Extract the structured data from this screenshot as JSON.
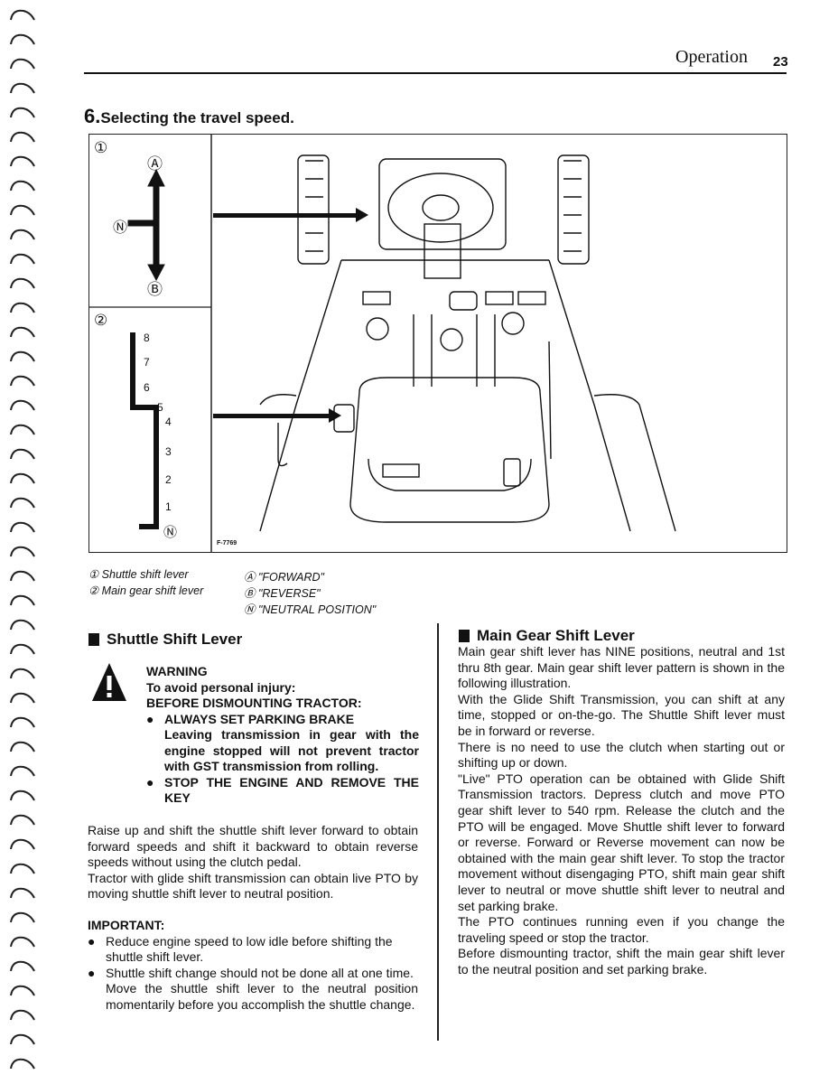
{
  "header": {
    "section": "Operation",
    "page_number": "23"
  },
  "section": {
    "number": "6.",
    "title": "Selecting the travel speed."
  },
  "figure": {
    "panel1_marker": "①",
    "panel2_marker": "②",
    "label_forward": "Ⓐ",
    "label_reverse": "Ⓑ",
    "label_neutral": "Ⓝ",
    "gears": [
      "8",
      "7",
      "6",
      "5",
      "4",
      "3",
      "2",
      "1"
    ],
    "figure_code": "F-7769"
  },
  "captions": {
    "c1": "① Shuttle shift lever",
    "c2": "② Main gear shift lever",
    "a": "Ⓐ \"FORWARD\"",
    "b": "Ⓑ \"REVERSE\"",
    "n": "Ⓝ \"NEUTRAL POSITION\""
  },
  "left": {
    "heading": "Shuttle Shift Lever",
    "warning_title": "WARNING",
    "warning_line1": "To avoid personal injury:",
    "warning_line2": "BEFORE DISMOUNTING TRACTOR:",
    "warning_b1": "ALWAYS SET PARKING BRAKE",
    "warning_b1_detail": "Leaving transmission in gear with the engine stopped will not prevent tractor with GST transmission from rolling.",
    "warning_b2": "STOP THE ENGINE AND REMOVE THE KEY",
    "para1": "Raise up and shift the shuttle shift lever forward to obtain forward speeds and shift it backward to obtain reverse speeds without using the clutch pedal.",
    "para2": "Tractor with glide shift transmission can obtain live PTO by moving shuttle shift lever to neutral position.",
    "important_title": "IMPORTANT:",
    "imp_b1": "Reduce engine speed to low idle before shifting the shuttle shift lever.",
    "imp_b2": "Shuttle shift change should not be done all at one time.",
    "imp_b2_cont": "Move the shuttle shift lever to the neutral position momentarily before you accomplish the shuttle change."
  },
  "right": {
    "heading": "Main Gear Shift Lever",
    "p1": "Main gear shift lever has NINE positions, neutral and 1st thru 8th gear. Main gear shift lever pattern is shown in the following illustration.",
    "p2": "With the Glide Shift Transmission, you can shift at any time, stopped or on-the-go. The Shuttle Shift lever must be in forward or reverse.",
    "p3": "There is no need to use the clutch when starting out or shifting up or down.",
    "p4": "\"Live\" PTO operation can be obtained with Glide Shift Transmission tractors. Depress clutch and move PTO gear shift lever to 540 rpm. Release the clutch and the PTO will be engaged. Move Shuttle shift lever to forward or reverse. Forward or Reverse movement can now be obtained with the main gear shift lever. To stop the tractor movement without disengaging PTO, shift main gear shift lever to neutral or move shuttle shift lever to neutral and set parking brake.",
    "p5": "The PTO continues running even if you change the traveling speed or stop the tractor.",
    "p6": "Before dismounting tractor, shift the main gear shift lever to the neutral position and set parking brake."
  }
}
